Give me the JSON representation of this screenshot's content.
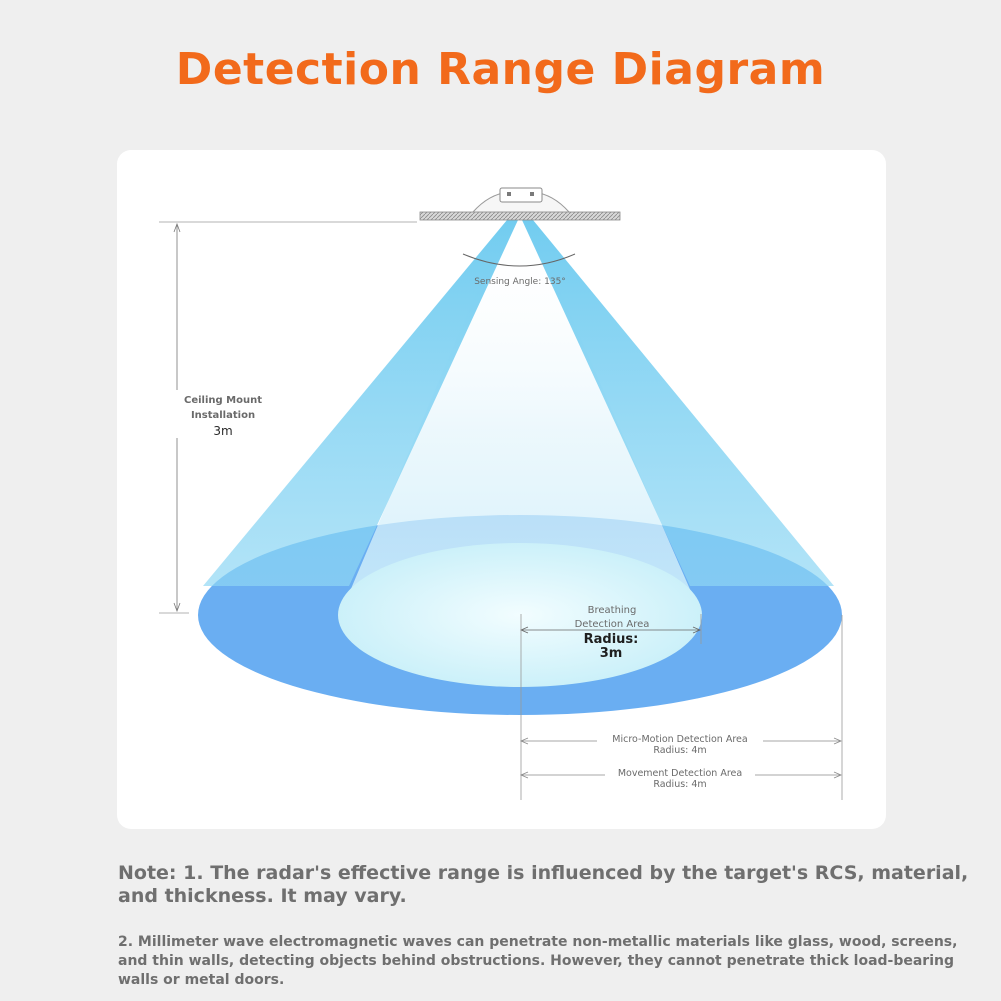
{
  "title": "Detection Range Diagram",
  "diagram": {
    "sensing_angle_label": "Sensing Angle: 135°",
    "ceiling_mount_line1": "Ceiling Mount",
    "ceiling_mount_line2": "Installation",
    "ceiling_height": "3m",
    "breathing_line1": "Breathing",
    "breathing_line2": "Detection Area",
    "breathing_radius_label": "Radius:",
    "breathing_radius_value": "3m",
    "micro_motion_label": "Micro-Motion Detection Area",
    "micro_motion_radius": "Radius: 4m",
    "movement_label": "Movement Detection Area",
    "movement_radius": "Radius: 4m",
    "colors": {
      "outer_ring": "#6aaef2",
      "inner_area": "#d8f6fb",
      "beam": "#58c6ee",
      "title": "#f26a1b"
    }
  },
  "notes": {
    "note1": "Note: 1. The radar's effective range is influenced by the target's RCS, material, and thickness. It may vary.",
    "note2": "2. Millimeter wave electromagnetic waves can penetrate non-metallic materials like glass, wood, screens, and thin walls, detecting objects behind obstructions. However, they cannot penetrate thick load-bearing walls or metal doors."
  }
}
